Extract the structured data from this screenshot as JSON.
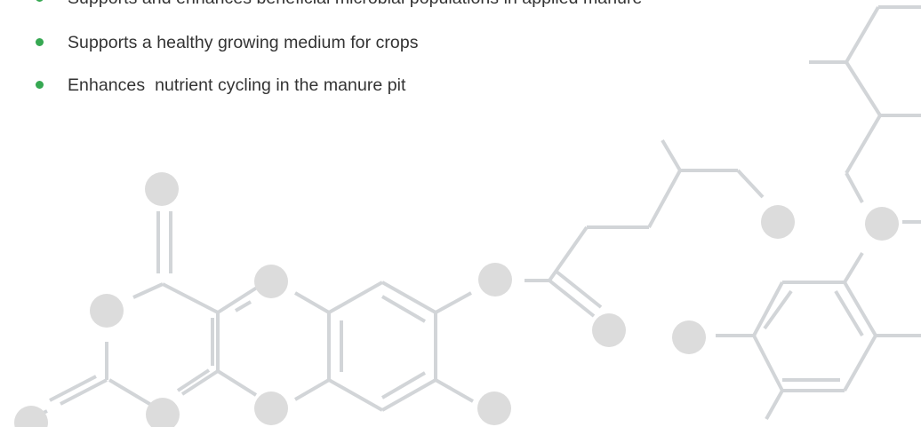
{
  "bullets": [
    {
      "text": "Supports and enhances beneficial microbial populations in applied manure"
    },
    {
      "text": "Supports a healthy growing medium for crops"
    },
    {
      "text": "Enhances  nutrient cycling in the manure pit"
    }
  ],
  "colors": {
    "bullet": "#36a852",
    "text": "#333333",
    "molecule_line": "#d2d5d8",
    "molecule_atom": "#dcdcdc"
  }
}
